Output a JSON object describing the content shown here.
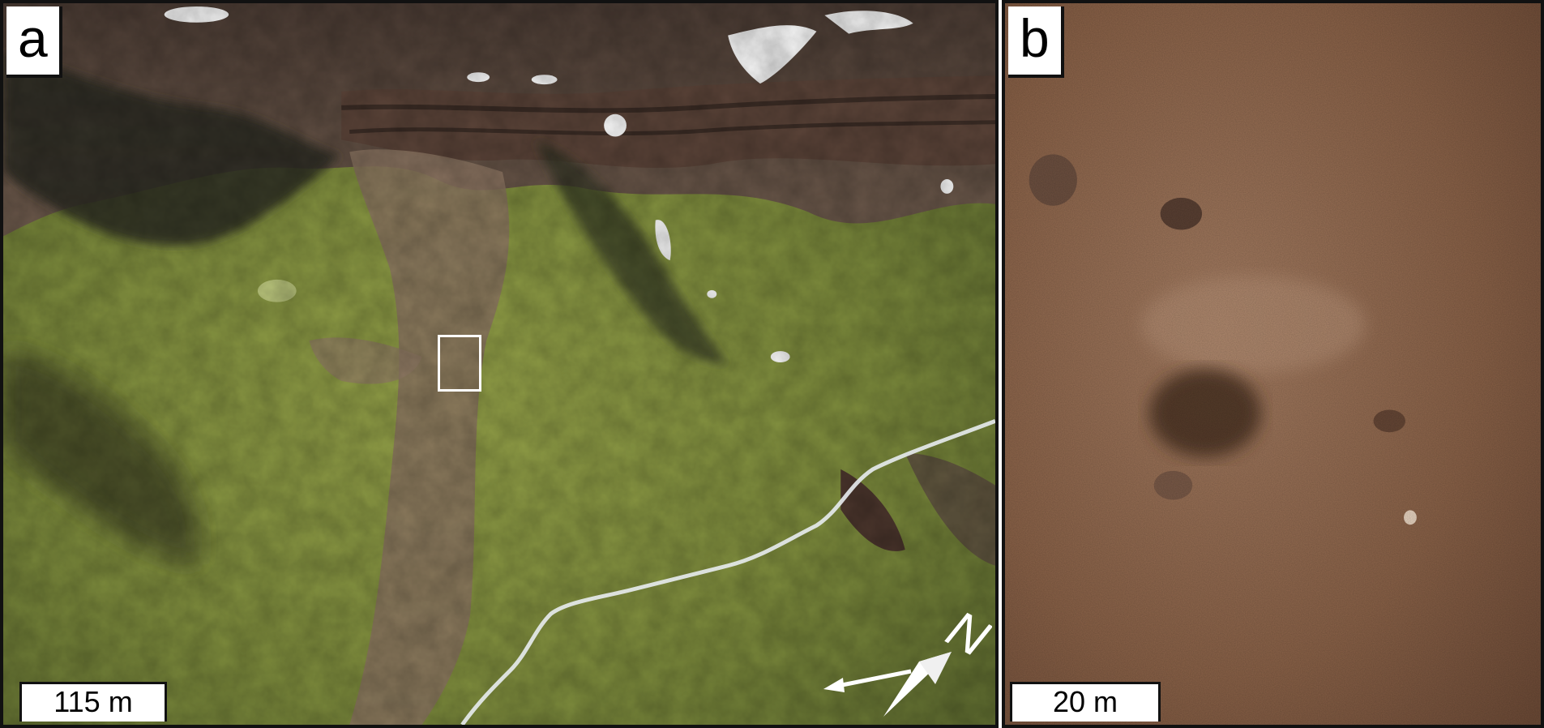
{
  "figure": {
    "panel_a": {
      "label": "a",
      "scale_bar": "115 m",
      "north_label": "N",
      "icons": [
        "north-arrow-icon",
        "flow-direction-arrow-icon"
      ]
    },
    "panel_b": {
      "label": "b",
      "scale_bar": "20 m"
    }
  },
  "colors": {
    "vegetation": "#7f8a3a",
    "rock": "#6b5648",
    "snow": "#f4f4f4",
    "soil": "#8a6248",
    "frame": "#111111"
  }
}
